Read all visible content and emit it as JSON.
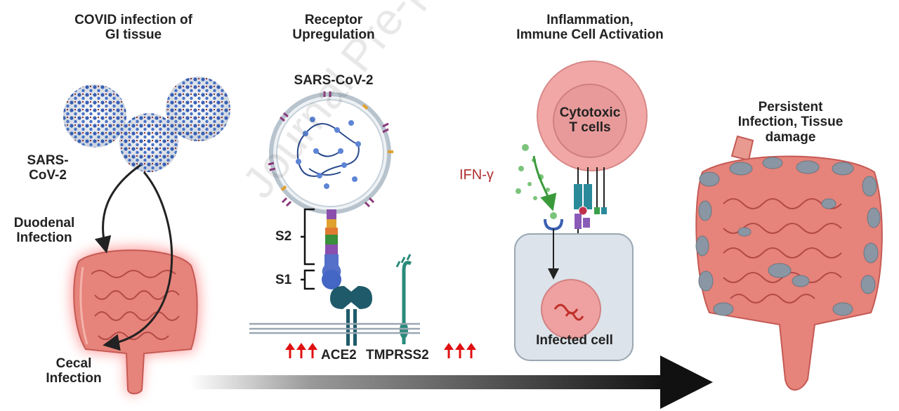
{
  "panels": {
    "infection": {
      "title_line1": "COVID infection of",
      "title_line2": "GI tissue",
      "virus_line1": "SARS-",
      "virus_line2": "CoV-2",
      "duodenal_line1": "Duodenal",
      "duodenal_line2": "Infection",
      "cecal_line1": "Cecal",
      "cecal_line2": "Infection"
    },
    "receptor": {
      "title_line1": "Receptor",
      "title_line2": "Upregulation",
      "virus_label": "SARS-CoV-2",
      "s2_label": "S2",
      "s1_label": "S1",
      "ace2_label": "ACE2",
      "tmprss2_label": "TMPRSS2"
    },
    "inflammation": {
      "title_line1": "Inflammation,",
      "title_line2": "Immune Cell Activation",
      "tcell_line1": "Cytotoxic",
      "tcell_line2": "T cells",
      "cytokine_label": "IFN-γ",
      "infected_label": "Infected cell"
    },
    "persistent": {
      "title_line1": "Persistent",
      "title_line2": "Infection, Tissue",
      "title_line3": "damage"
    }
  },
  "watermark": "Journal Pre-proof",
  "colors": {
    "intestine": "#e6837a",
    "intestine_dark": "#c55a55",
    "glow": "#ff6b6b",
    "virus_blue": "#3a5fb0",
    "tcell": "#f2a7a7",
    "cell_bg": "#dce3ea",
    "arrow_red": "#e01010",
    "ifn_red": "#b03030",
    "teal": "#1e6f7a",
    "damage_gray": "#8a96a3"
  },
  "icons": [
    "virus-icon",
    "intestine-icon",
    "progression-arrow-icon",
    "up-arrow-icon"
  ]
}
